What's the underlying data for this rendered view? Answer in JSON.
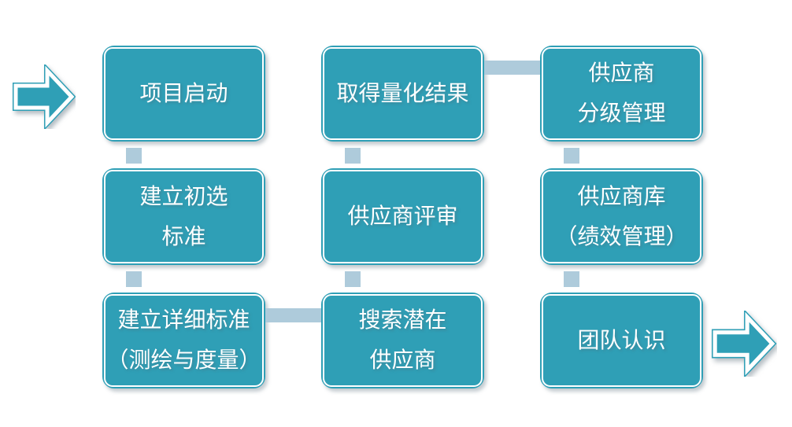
{
  "diagram": {
    "description": "Supplier management process flowchart, 3x3 grid of steps with S-shaped flow",
    "colors": {
      "shape_fill": "#2F9FB6",
      "inner_border": "#FFFFFF",
      "connector": "#AECBDB",
      "text": "#FFFFFF",
      "background": "#FFFFFF"
    },
    "boxes": [
      {
        "text": "项目启动"
      },
      {
        "text": "建立初选\n标准"
      },
      {
        "text": "建立详细标准\n（测绘与度量）"
      },
      {
        "text": "取得量化结果"
      },
      {
        "text": "供应商评审"
      },
      {
        "text": "搜索潜在\n供应商"
      },
      {
        "text": "供应商\n分级管理"
      },
      {
        "text": "供应商库\n（绩效管理）"
      },
      {
        "text": "团队认识"
      }
    ],
    "arrows": [
      {
        "name": "flow-entry-arrow",
        "direction": "right"
      },
      {
        "name": "flow-exit-arrow",
        "direction": "right"
      }
    ]
  }
}
